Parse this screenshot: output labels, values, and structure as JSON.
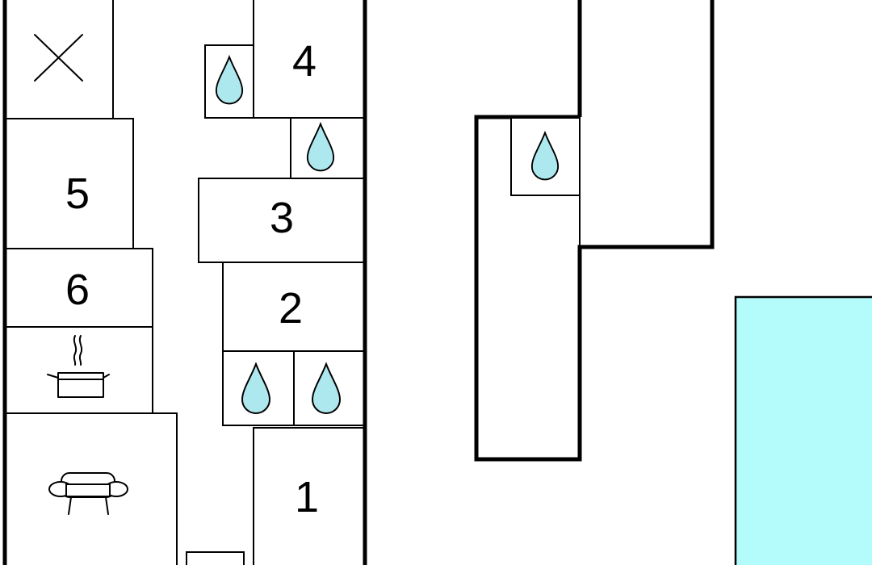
{
  "colors": {
    "water": "#aee8ef",
    "pool": "#b4fbfb",
    "wall": "#000000",
    "background": "#ffffff"
  },
  "rooms": {
    "r1": "1",
    "r2": "2",
    "r3": "3",
    "r4": "4",
    "r5": "5",
    "r6": "6"
  },
  "icons": {
    "closed_room": "cross-icon",
    "bathroom": "water-drop-icon",
    "kitchen": "cooking-pot-icon",
    "living_room": "sofa-icon",
    "pool": "swimming-pool"
  }
}
